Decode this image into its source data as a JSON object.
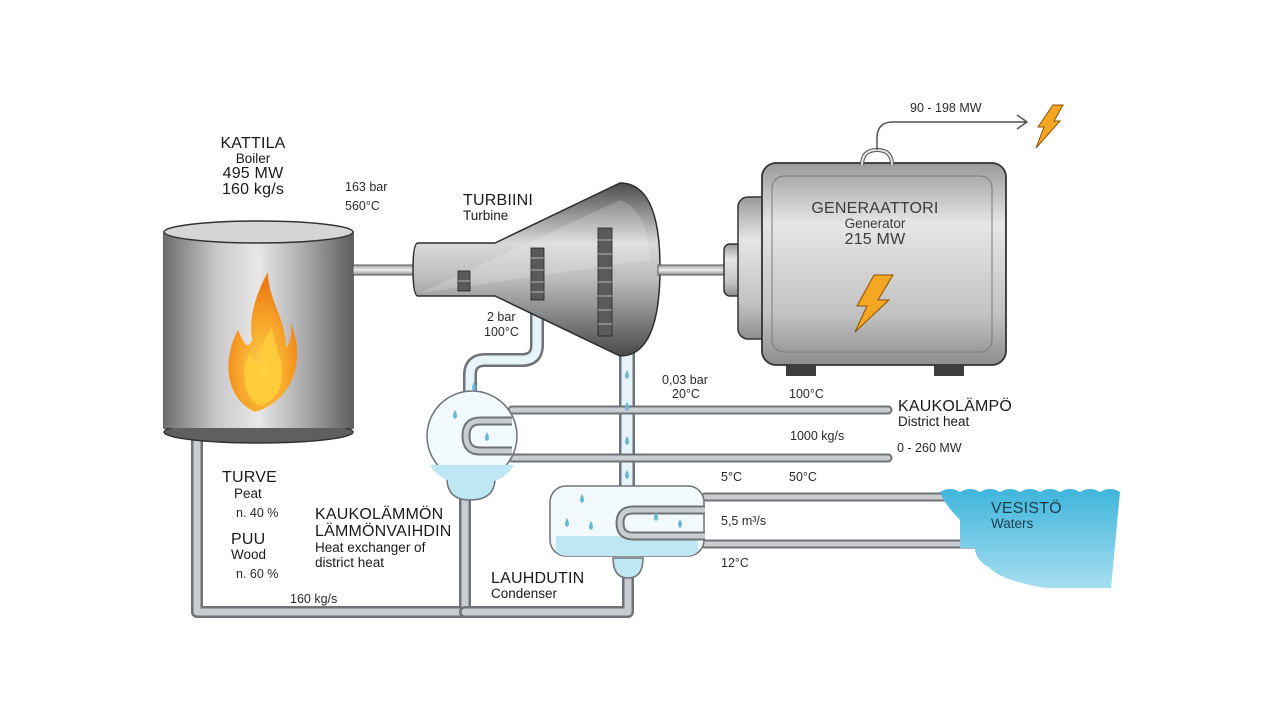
{
  "boiler": {
    "title": "KATTILA",
    "subtitle": "Boiler",
    "power": "495 MW",
    "flow": "160 kg/s"
  },
  "steam_out": {
    "pressure": "163 bar",
    "temperature": "560°C"
  },
  "turbine": {
    "title": "TURBIINI",
    "subtitle": "Turbine"
  },
  "generator": {
    "title": "GENERAATTORI",
    "subtitle": "Generator",
    "power": "215 MW"
  },
  "electric_output": {
    "range": "90 - 198 MW"
  },
  "extraction": {
    "pressure": "2 bar",
    "temperature": "100°C"
  },
  "exhaust": {
    "pressure": "0,03 bar",
    "temperature": "20°C"
  },
  "district_heat": {
    "title": "KAUKOLÄMPÖ",
    "subtitle": "District heat",
    "supply_temp": "100°C",
    "flow": "1000 kg/s",
    "power": "0 - 260 MW"
  },
  "heat_exchanger": {
    "title_line1": "KAUKOLÄMMÖN",
    "title_line2": "LÄMMÖNVAIHDIN",
    "subtitle_line1": "Heat exchanger of",
    "subtitle_line2": "district heat"
  },
  "condenser": {
    "title": "LAUHDUTIN",
    "subtitle": "Condenser",
    "cold_in": "5°C",
    "warm_out": "50°C",
    "water_flow": "5,5 m³/s",
    "return_temp": "12°C"
  },
  "waters": {
    "title": "VESISTÖ",
    "subtitle": "Waters"
  },
  "fuel": {
    "peat_label": "TURVE",
    "peat_en": "Peat",
    "peat_share": "n. 40 %",
    "wood_label": "PUU",
    "wood_en": "Wood",
    "wood_share": "n. 60 %"
  },
  "feedwater": {
    "flow": "160 kg/s"
  },
  "colors": {
    "pipe": "#a9adb2",
    "water": "#bfe6f3",
    "flame": "#f39a1e",
    "bolt": "#f5a623",
    "lake": "#5cc3e0"
  }
}
